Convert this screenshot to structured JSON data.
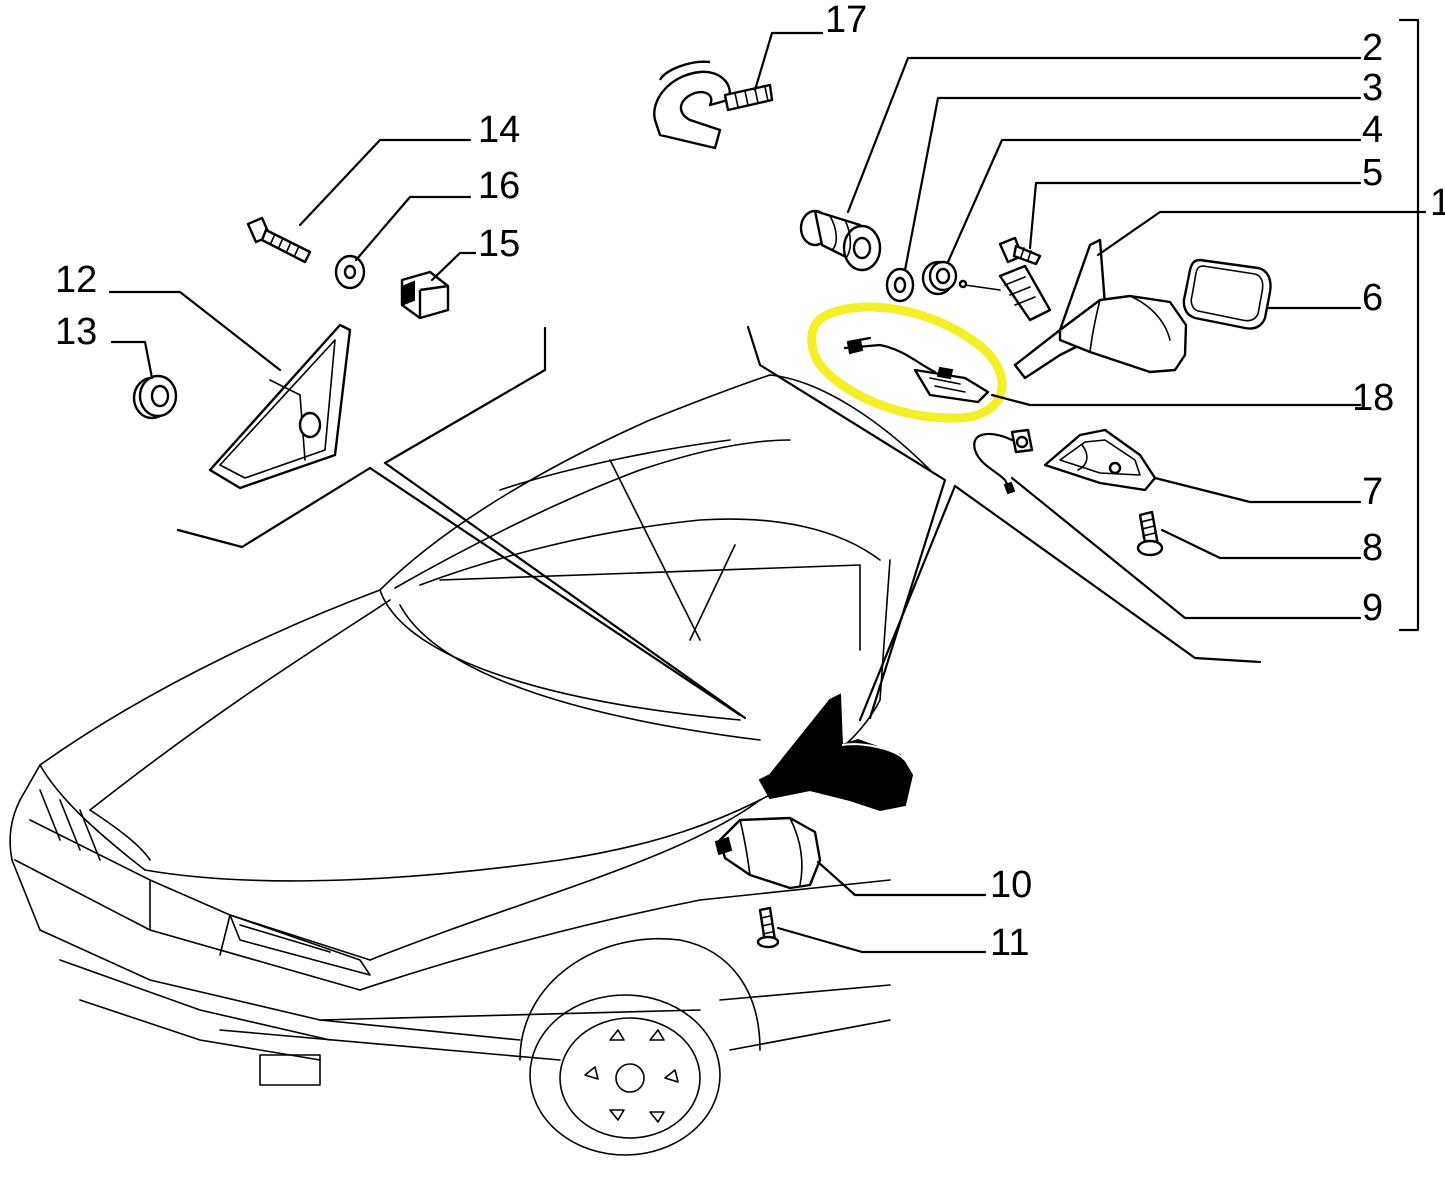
{
  "diagram": {
    "callouts": [
      {
        "id": "c1",
        "text": "1"
      },
      {
        "id": "c2",
        "text": "2"
      },
      {
        "id": "c3",
        "text": "3"
      },
      {
        "id": "c4",
        "text": "4"
      },
      {
        "id": "c5",
        "text": "5"
      },
      {
        "id": "c6",
        "text": "6"
      },
      {
        "id": "c7",
        "text": "7"
      },
      {
        "id": "c8",
        "text": "8"
      },
      {
        "id": "c9",
        "text": "9"
      },
      {
        "id": "c10",
        "text": "10"
      },
      {
        "id": "c11",
        "text": "11"
      },
      {
        "id": "c12",
        "text": "12"
      },
      {
        "id": "c13",
        "text": "13"
      },
      {
        "id": "c14",
        "text": "14"
      },
      {
        "id": "c15",
        "text": "15"
      },
      {
        "id": "c16",
        "text": "16"
      },
      {
        "id": "c17",
        "text": "17"
      },
      {
        "id": "c18",
        "text": "18"
      }
    ],
    "highlight_color": "#f5ef2a",
    "line_color": "#000000",
    "background": "#ffffff"
  }
}
